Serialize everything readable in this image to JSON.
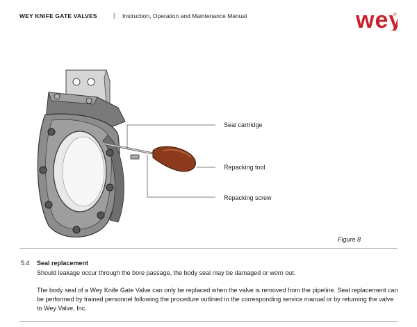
{
  "header": {
    "title": "WEY KNIFE GATE VALVES",
    "separator": "|",
    "subtitle": "Instruction, Operation and Maintenance Manual",
    "logo_text": "wey",
    "logo_mark": "®",
    "brand_color": "#c8232c"
  },
  "figure": {
    "callouts": [
      "Seal cartridge",
      "Repacking tool",
      "Repacking screw"
    ],
    "caption": "Figure 8"
  },
  "section": {
    "number": "5.4",
    "title": "Seal replacement",
    "paragraphs": [
      "Should leakage occur through the bore passage, the body seal may be damaged or worn out.",
      "The body seal of a Wey Knife Gate Valve can only be replaced when the valve is removed from the pipeline. Seal replacement can be performed by trained personnel following the procedure outlined in the corresponding service manual or by returning the valve to Wey Valve, Inc."
    ]
  }
}
